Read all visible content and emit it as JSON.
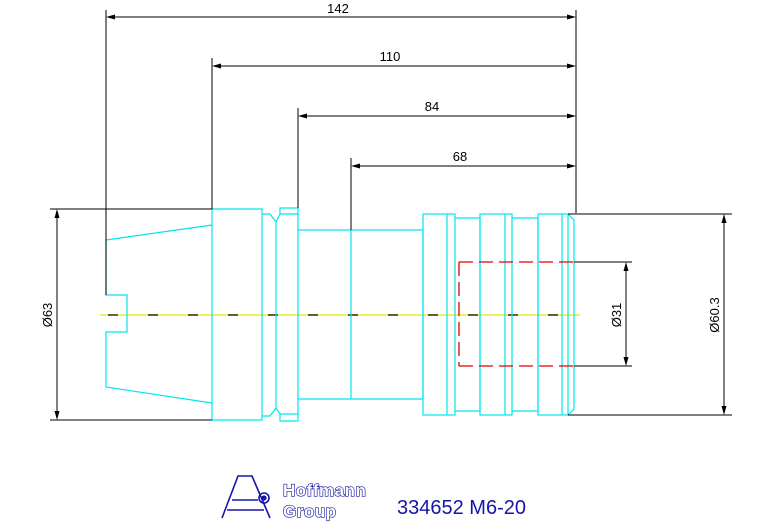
{
  "dimensions": {
    "length_total": "142",
    "length_110": "110",
    "length_84": "84",
    "length_68": "68",
    "diameter_left": "Ø63",
    "diameter_inner": "Ø31",
    "diameter_right": "Ø60.3"
  },
  "logo": {
    "line1": "Hoffmann",
    "line2": "Group"
  },
  "part_label": "334652 M6-20",
  "colors": {
    "outline": "#00e5ee",
    "hidden_bore": "#e00000",
    "center_axis": "#e8e800",
    "dimension": "#000000",
    "brand": "#1515a8"
  }
}
